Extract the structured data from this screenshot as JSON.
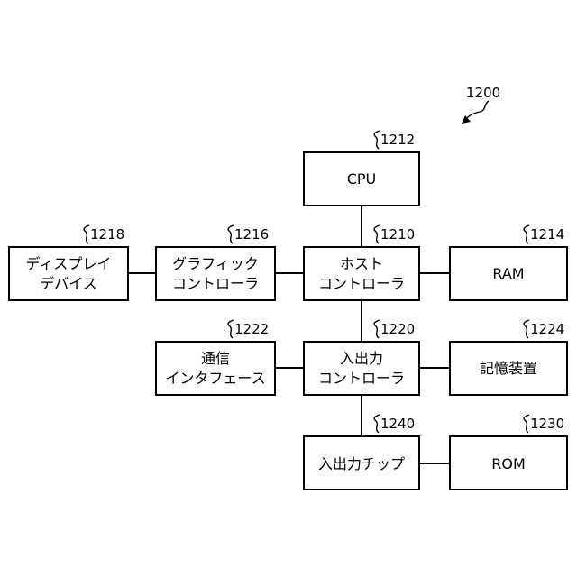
{
  "figure_ref": "1200",
  "blocks": {
    "cpu": {
      "ref": "1212",
      "line1": "CPU",
      "line2": ""
    },
    "host_controller": {
      "ref": "1210",
      "line1": "ホスト",
      "line2": "コントローラ"
    },
    "ram": {
      "ref": "1214",
      "line1": "RAM",
      "line2": ""
    },
    "graphic_controller": {
      "ref": "1216",
      "line1": "グラフィック",
      "line2": "コントローラ"
    },
    "display_device": {
      "ref": "1218",
      "line1": "ディスプレイ",
      "line2": "デバイス"
    },
    "io_controller": {
      "ref": "1220",
      "line1": "入出力",
      "line2": "コントローラ"
    },
    "comm_interface": {
      "ref": "1222",
      "line1": "通信",
      "line2": "インタフェース"
    },
    "storage_device": {
      "ref": "1224",
      "line1": "記憶装置",
      "line2": ""
    },
    "io_chip": {
      "ref": "1240",
      "line1": "入出力チップ",
      "line2": ""
    },
    "rom": {
      "ref": "1230",
      "line1": "ROM",
      "line2": ""
    }
  }
}
